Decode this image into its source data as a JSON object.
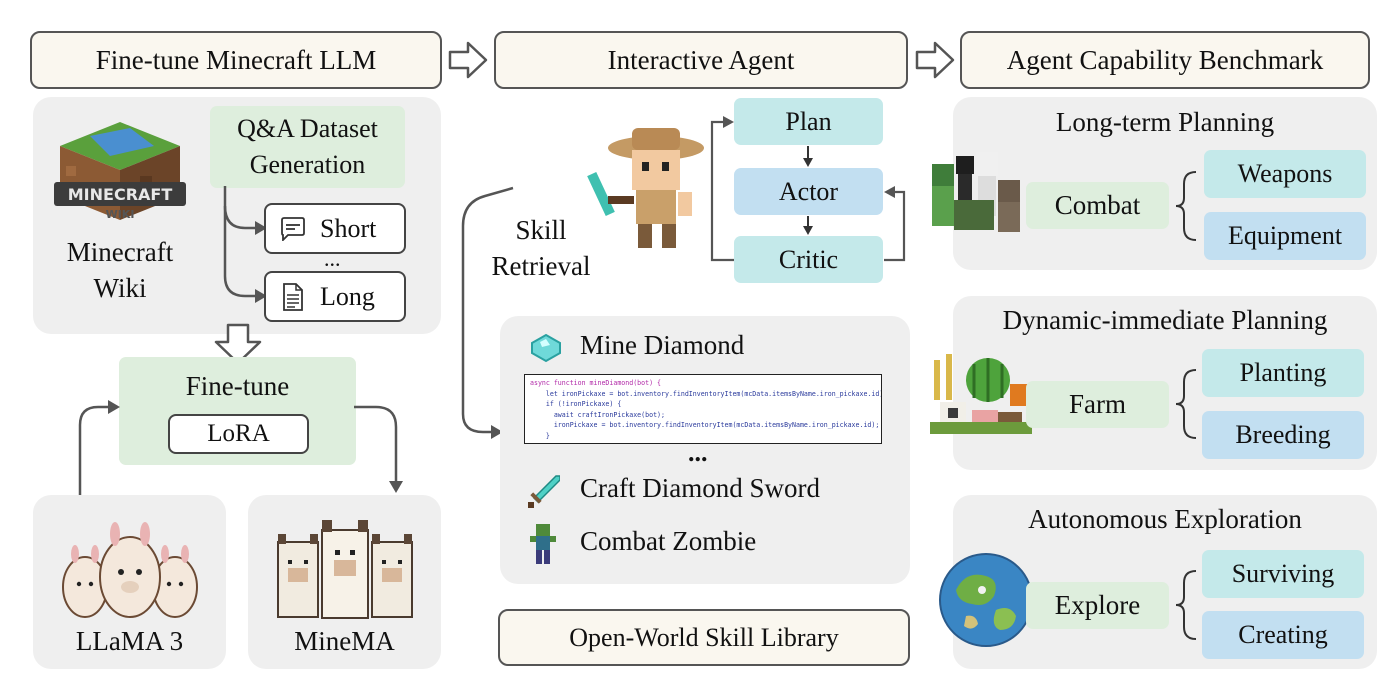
{
  "headers": {
    "finetune": "Fine-tune Minecraft LLM",
    "agent": "Interactive Agent",
    "benchmark": "Agent Capability Benchmark"
  },
  "finetune_panel": {
    "wiki_logo_text": "MINECRAFT",
    "wiki_logo_sub": "WIKI",
    "wiki_label_line1": "Minecraft",
    "wiki_label_line2": "Wiki",
    "qa_line1": "Q&A Dataset",
    "qa_line2": "Generation",
    "short": "Short",
    "dots": "...",
    "long": "Long",
    "finetune_title": "Fine-tune",
    "lora": "LoRA",
    "llama_label": "LLaMA 3",
    "minema_label": "MineMA"
  },
  "agent_panel": {
    "plan": "Plan",
    "actor": "Actor",
    "critic": "Critic",
    "skill_line1": "Skill",
    "skill_line2": "Retrieval",
    "skills": {
      "mine_diamond": "Mine Diamond",
      "dots": "...",
      "craft_sword": "Craft Diamond Sword",
      "combat_zombie": "Combat Zombie"
    },
    "code_lines": [
      "async function mineDiamond(bot) {",
      "    let ironPickaxe = bot.inventory.findInventoryItem(mcData.itemsByName.iron_pickaxe.id);",
      "    if (!ironPickaxe) {",
      "      await craftIronPickaxe(bot);",
      "      ironPickaxe = bot.inventory.findInventoryItem(mcData.itemsByName.iron_pickaxe.id);",
      "    }"
    ],
    "library_label": "Open-World Skill Library"
  },
  "benchmark_panel": {
    "sections": [
      {
        "title": "Long-term Planning",
        "center": "Combat",
        "items": [
          "Weapons",
          "Equipment"
        ]
      },
      {
        "title": "Dynamic-immediate Planning",
        "center": "Farm",
        "items": [
          "Planting",
          "Breeding"
        ]
      },
      {
        "title": "Autonomous Exploration",
        "center": "Explore",
        "items": [
          "Surviving",
          "Creating"
        ]
      }
    ]
  },
  "colors": {
    "panel_bg": "#efefef",
    "header_bg": "#faf7ef",
    "green": "#deeedd",
    "teal": "#c4e9ea",
    "blue": "#c2dff1",
    "arrow": "#555555"
  }
}
